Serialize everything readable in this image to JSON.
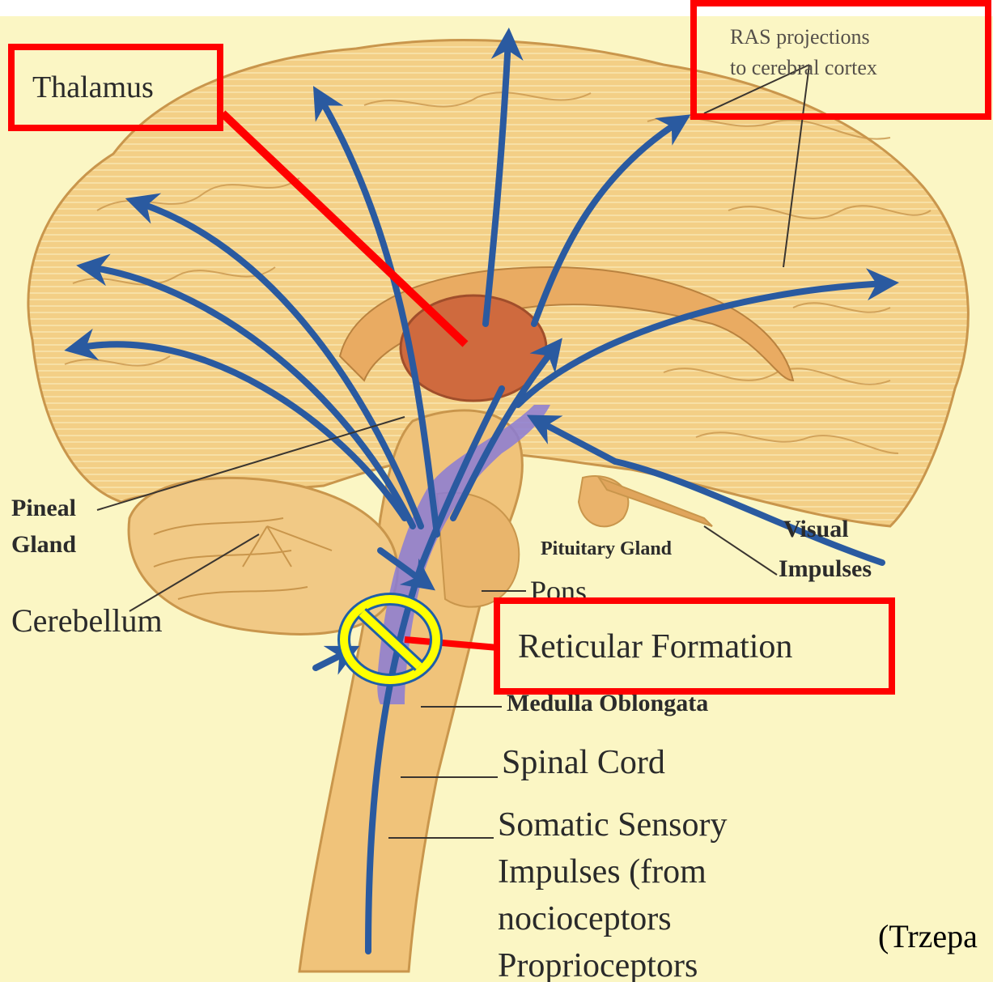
{
  "labels": {
    "thalamus": "Thalamus",
    "ras_line1": "RAS projections",
    "ras_line2": "to cerebral cortex",
    "pineal_line1": "Pineal",
    "pineal_line2": "Gland",
    "cerebellum": "Cerebellum",
    "pituitary": "Pituitary Gland",
    "visual_line1": "Visual",
    "visual_line2": "Impulses",
    "pons": "Pons",
    "reticular": "Reticular Formation",
    "medulla": "Medulla Oblongata",
    "spinal": "Spinal Cord",
    "somatic_line1": "Somatic Sensory",
    "somatic_line2": "Impulses (from",
    "somatic_line3": "nocioceptors",
    "somatic_line4": "Proprioceptors",
    "citation": "(Trzepa"
  },
  "colors": {
    "background": "#fbf6c4",
    "brain": "#f2c87a",
    "brain_outline": "#c9964c",
    "thalamus": "#cf6a3e",
    "arrow": "#2a5aa0",
    "highlight_box": "#ff0000",
    "no_symbol_ring": "#ffff00",
    "no_symbol_outline": "#1f5fa8"
  },
  "icons": {
    "no_symbol": "prohibition-icon"
  }
}
